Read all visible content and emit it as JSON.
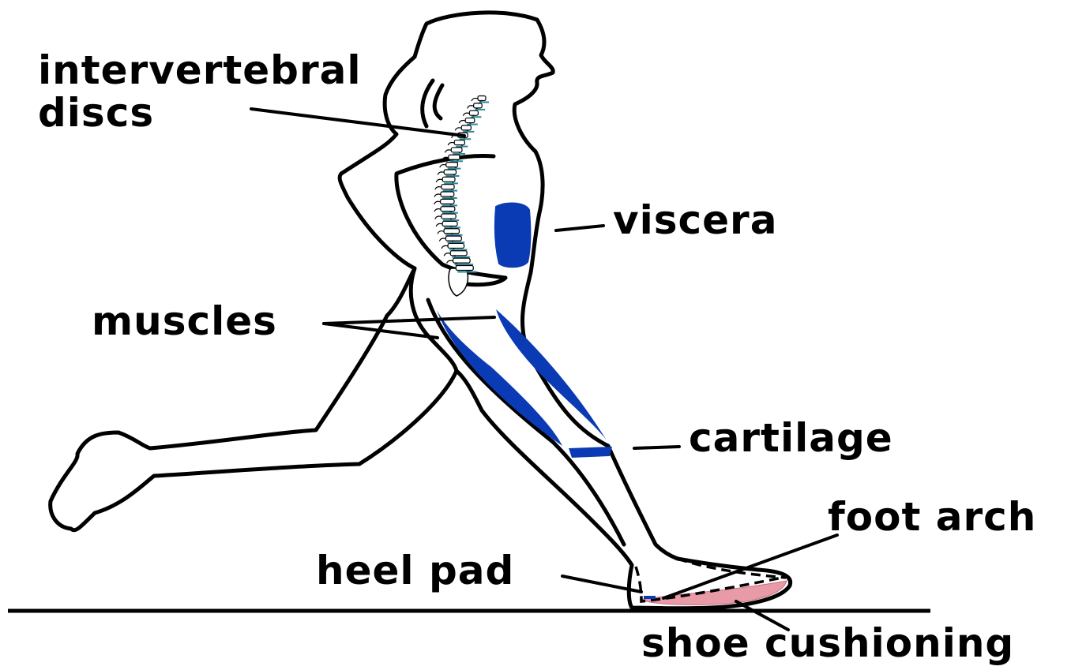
{
  "labels": {
    "intervertebral_line1": "intervertebral",
    "intervertebral_line2": "discs",
    "viscera": "viscera",
    "muscles": "muscles",
    "cartilage": "cartilage",
    "foot_arch": "foot arch",
    "heel_pad": "heel pad",
    "shoe_cushioning": "shoe cushioning"
  },
  "colors": {
    "outline": "#000000",
    "tissue_blue": "#0b3bb4",
    "spine_teal": "#2a8a9a",
    "shoe_pink": "#e89aa6",
    "background": "#ffffff"
  }
}
